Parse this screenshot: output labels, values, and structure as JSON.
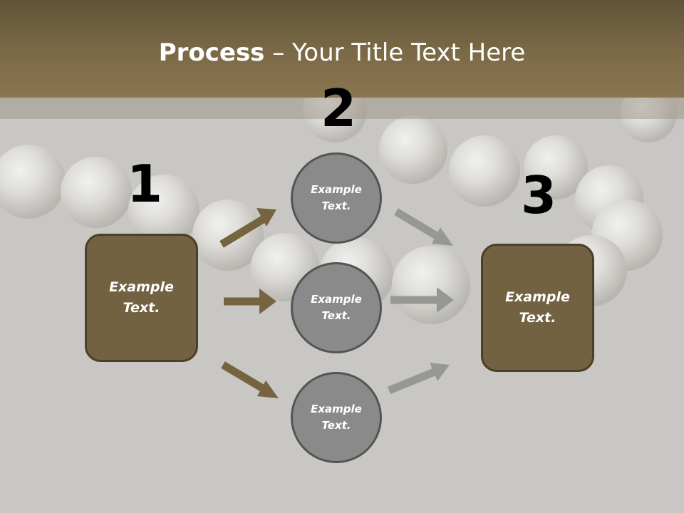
{
  "title": {
    "bold": "Process",
    "rest": " – Your Title Text Here"
  },
  "steps": {
    "one": "1",
    "two": "2",
    "three": "3"
  },
  "boxes": {
    "left": "Example Text.",
    "right": "Example Text."
  },
  "circles": {
    "top": "Example Text.",
    "middle": "Example Text.",
    "bottom": "Example Text."
  },
  "colors": {
    "header": "#7c6a47",
    "box": "#736241",
    "circle": "#8a8a8a",
    "arrow_brown": "#75643f",
    "arrow_gray": "#979795"
  }
}
